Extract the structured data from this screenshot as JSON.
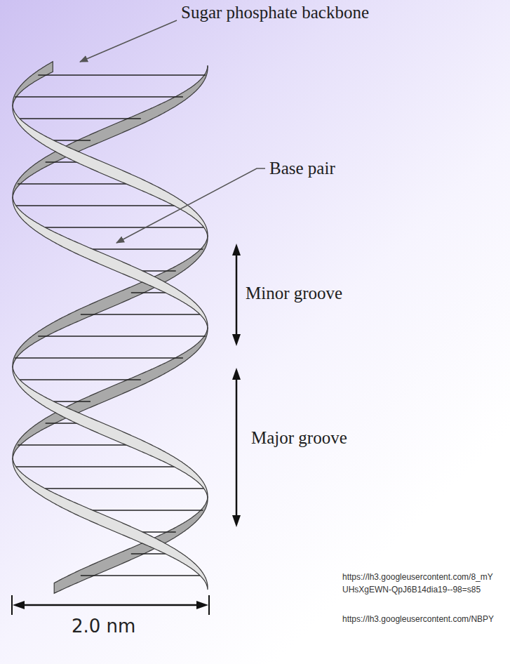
{
  "diagram": {
    "labels": [
      "Sugar phosphate backbone",
      "Base pair",
      "Minor groove",
      "Major groove",
      "2.0 nm",
      "https://lh3.googleusercontent.com/8_mY",
      "UHsXgEWN-QpJ6B14dia19--98=s85",
      "https://lh3.googleusercontent.com/NBPY"
    ]
  }
}
